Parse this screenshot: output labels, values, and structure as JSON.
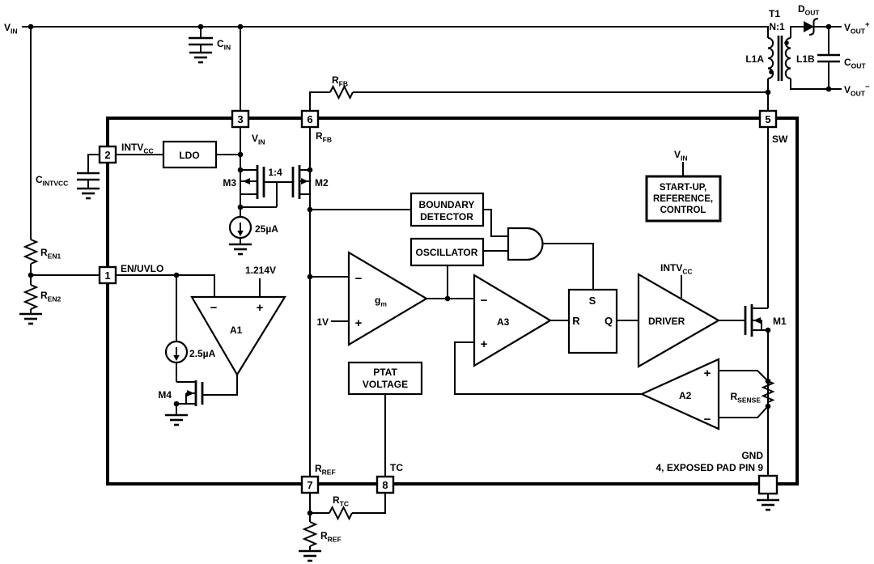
{
  "colors": {
    "ink": "#000000",
    "background": "#ffffff"
  },
  "external": {
    "vin_supply": {
      "main": "V",
      "sub": "IN"
    },
    "cin": {
      "main": "C",
      "sub": "IN"
    },
    "cintvcc": {
      "main": "C",
      "sub": "INTVCC"
    },
    "ren1": {
      "main": "R",
      "sub": "EN1"
    },
    "ren2": {
      "main": "R",
      "sub": "EN2"
    },
    "rfb": {
      "main": "R",
      "sub": "FB"
    },
    "rtc": {
      "main": "R",
      "sub": "TC"
    },
    "rref": {
      "main": "R",
      "sub": "REF"
    },
    "transformer": {
      "name": "T1",
      "ratio": "N:1",
      "primary": "L1A",
      "secondary": "L1B"
    },
    "dout": {
      "main": "D",
      "sub": "OUT"
    },
    "vout_plus": {
      "main": "V",
      "sub": "OUT",
      "sup": "+"
    },
    "cout": {
      "main": "C",
      "sub": "OUT"
    },
    "vout_minus": {
      "main": "V",
      "sub": "OUT",
      "sup": "−"
    }
  },
  "pins": {
    "p1": {
      "num": "1",
      "name": "EN/UVLO"
    },
    "p2": {
      "num": "2",
      "name": {
        "main": "INTV",
        "sub": "CC"
      }
    },
    "p3": {
      "num": "3",
      "name": {
        "main": "V",
        "sub": "IN"
      }
    },
    "p5": {
      "num": "5",
      "name": "SW"
    },
    "p6": {
      "num": "6",
      "name": {
        "main": "R",
        "sub": "FB"
      }
    },
    "p7": {
      "num": "7",
      "name": {
        "main": "R",
        "sub": "REF"
      }
    },
    "p8": {
      "num": "8",
      "name": "TC"
    },
    "gnd": {
      "label": "GND",
      "note": "4, EXPOSED PAD PIN 9"
    }
  },
  "internal": {
    "ldo": "LDO",
    "mosfets": {
      "m1": "M1",
      "m2": "M2",
      "m3": "M3",
      "m4": "M4"
    },
    "mirror_ratio": "1:4",
    "currents": {
      "mirror": "25µA",
      "en": "2.5µA"
    },
    "references": {
      "uvlo": "1.214V",
      "gm_input": "1V"
    },
    "amps": {
      "a1": "A1",
      "a2": "A2",
      "a3": "A3",
      "gm": {
        "main": "g",
        "sub": "m"
      }
    },
    "blocks": {
      "boundary": [
        "BOUNDARY",
        "DETECTOR"
      ],
      "oscillator": "OSCILLATOR",
      "ptat": [
        "PTAT",
        "VOLTAGE"
      ],
      "startup": [
        "START-UP,",
        "REFERENCE,",
        "CONTROL"
      ],
      "driver": "DRIVER"
    },
    "startup_supply": {
      "main": "V",
      "sub": "IN"
    },
    "driver_supply": {
      "main": "INTV",
      "sub": "CC"
    },
    "latch": {
      "s": "S",
      "r": "R",
      "q": "Q"
    },
    "rsense": {
      "main": "R",
      "sub": "SENSE"
    }
  },
  "signs": {
    "plus": "+",
    "minus": "−"
  }
}
